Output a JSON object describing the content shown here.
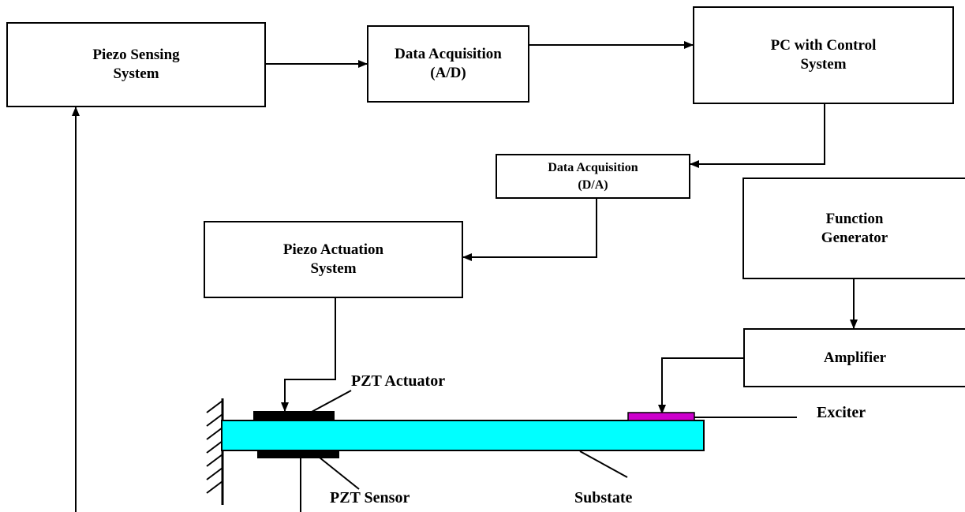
{
  "blocks": {
    "piezo_sensing": "Piezo Sensing\nSystem",
    "daq_ad": "Data Acquisition\n(A/D)",
    "pc_control": "PC with Control\nSystem",
    "daq_da": "Data Acquisition\n(D/A)",
    "piezo_actuation": "Piezo Actuation\nSystem",
    "function_generator": "Function\nGenerator",
    "amplifier": "Amplifier"
  },
  "labels": {
    "pzt_actuator": "PZT Actuator",
    "pzt_sensor": "PZT Sensor",
    "exciter": "Exciter",
    "substrate": "Substate"
  },
  "colors": {
    "substrate": "#00ffff",
    "pzt": "#000000",
    "exciter": "#cc00cc",
    "line": "#000000"
  }
}
